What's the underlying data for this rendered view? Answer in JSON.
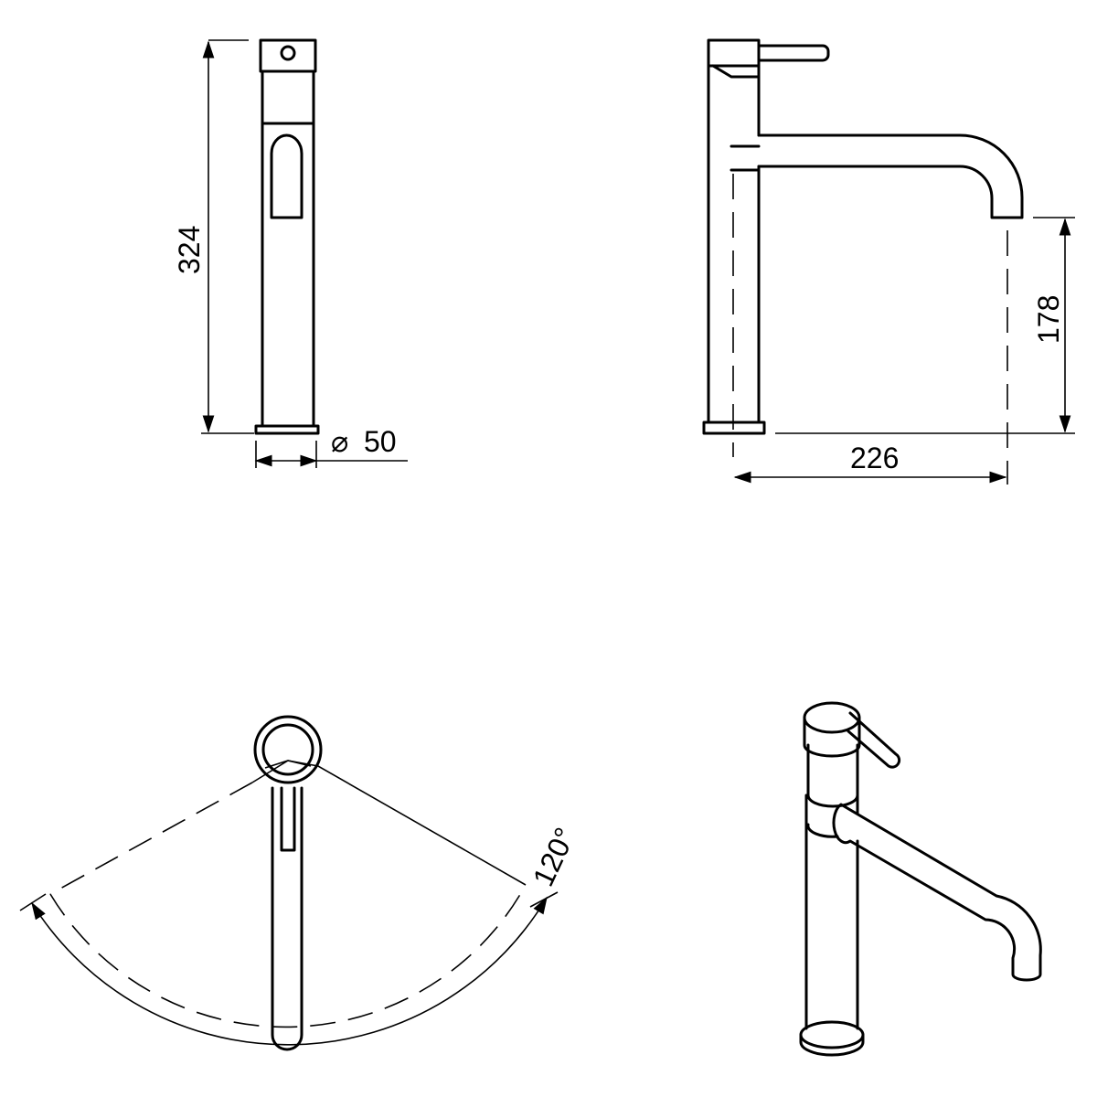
{
  "drawing": {
    "line_color": "#000000",
    "background": "#ffffff",
    "front_view": {
      "height_label": "324",
      "diameter_symbol": "⌀",
      "diameter_label": "50"
    },
    "side_view": {
      "spout_height_label": "178",
      "spout_reach_label": "226"
    },
    "top_view": {
      "swivel_angle_label": "120°"
    },
    "perspective_view": {}
  }
}
